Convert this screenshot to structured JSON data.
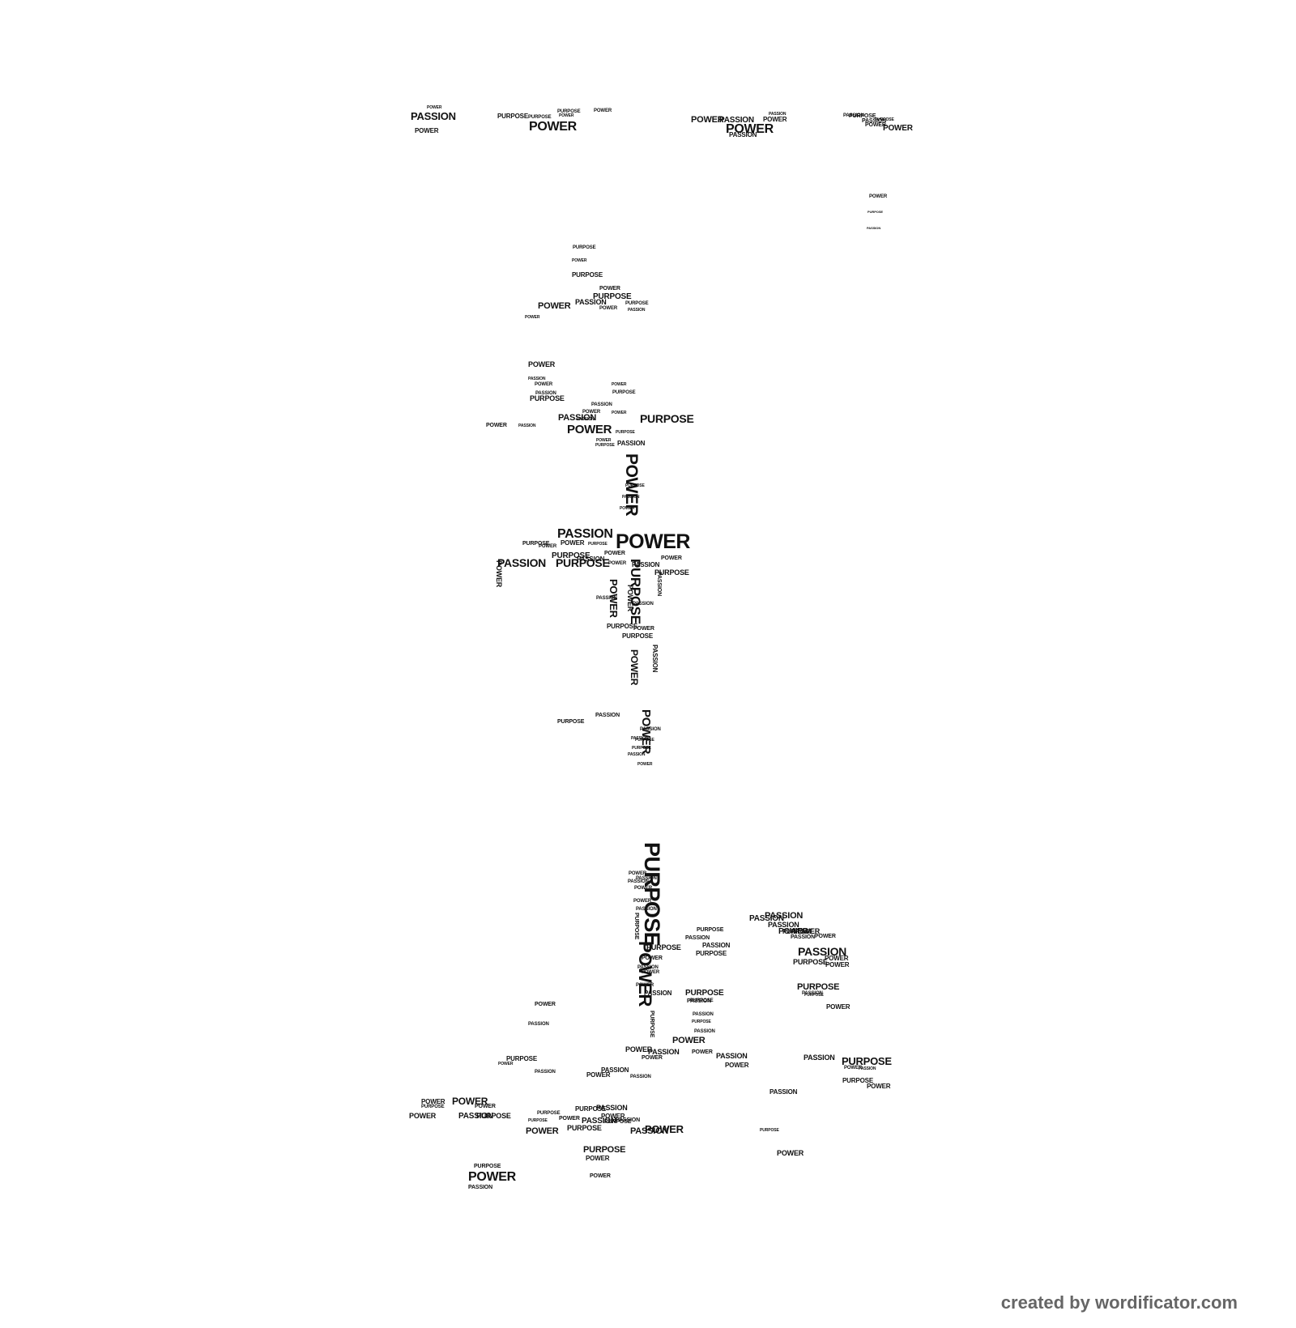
{
  "words": [
    "PASSION",
    "POWER",
    "POWER",
    "PURPOSE",
    "PURPOSE",
    "PURPOSE",
    "POWER",
    "POWER",
    "POWER",
    "POWER",
    "PASSION",
    "POWER",
    "PASSION",
    "POWER",
    "PASSION",
    "PASSION",
    "PURPOSE",
    "PASSION",
    "POWER",
    "PURPOSE",
    "POWER",
    "POWER",
    "PURPOSE",
    "PASSION",
    "PURPOSE",
    "POWER",
    "PURPOSE",
    "POWER",
    "PURPOSE",
    "POWER",
    "PASSION",
    "POWER",
    "POWER",
    "PURPOSE",
    "PASSION",
    "POWER",
    "PASSION",
    "POWER",
    "PASSION",
    "PURPOSE",
    "PURPOSE",
    "POWER",
    "PASSION",
    "POWER",
    "PASSION",
    "POWER",
    "PASSION",
    "PURPOSE",
    "POWER",
    "PASSION",
    "POWER",
    "PURPOSE",
    "PASSION",
    "PURPOSE",
    "POWER",
    "POWER",
    "PURPOSE",
    "PASSION",
    "POWER",
    "PASSION",
    "PURPOSE",
    "POWER",
    "POWER",
    "PURPOSE",
    "POWER",
    "PURPOSE",
    "POWER",
    "PASSION",
    "PASSION",
    "POWER",
    "PURPOSE",
    "POWER",
    "PASSION",
    "PURPOSE",
    "POWER",
    "PASSION",
    "PURPOSE",
    "PASSION",
    "POWER",
    "POWER",
    "PASSION",
    "PURPOSE",
    "POWER",
    "PURPOSE",
    "PASSION",
    "POWER",
    "PASSION",
    "PURPOSE",
    "POWER",
    "PASSION",
    "PURPOSE",
    "PURPOSE",
    "POWER",
    "PASSION",
    "PASSION",
    "PURPOSE",
    "POWER",
    "PASSION",
    "PASSION",
    "POWER",
    "POWER",
    "PURPOSE",
    "PASSION",
    "POWER",
    "PURPOSE",
    "PASSION",
    "PASSION",
    "PURPOSE",
    "PURPOSE",
    "POWER",
    "PASSION",
    "POWER",
    "POWER",
    "PASSION",
    "PURPOSE",
    "PURPOSE",
    "PASSION",
    "PURPOSE",
    "PASSION",
    "PASSION",
    "POWER",
    "PURPOSE",
    "PASSION",
    "POWER",
    "POWER",
    "POWER",
    "PASSION",
    "POWER",
    "PASSION",
    "POWER",
    "PASSION",
    "POWER",
    "PASSION",
    "PURPOSE",
    "POWER",
    "PASSION",
    "POWER",
    "PURPOSE",
    "POWER",
    "POWER",
    "PASSION",
    "POWER",
    "PURPOSE",
    "PURPOSE",
    "POWER",
    "PURPOSE",
    "POWER",
    "PURPOSE",
    "PASSION",
    "PURPOSE",
    "POWER",
    "PASSION",
    "PURPOSE",
    "PASSION",
    "PASSION",
    "POWER",
    "PURPOSE",
    "POWER",
    "PURPOSE",
    "POWER",
    "PASSION",
    "POWER",
    "PASSION",
    "PASSION",
    "PASSION",
    "POWER",
    "PURPOSE",
    "POWER",
    "PASSION",
    "POWER",
    "PASSION",
    "PURPOSE",
    "POWER",
    "POWER",
    "PURPOSE",
    "PASSION",
    "PURPOSE",
    "POWER",
    "PASSION",
    "PURPOSE",
    "POWER",
    "PASSION",
    "PURPOSE",
    "POWER",
    "PASSION",
    "PURPOSE",
    "POWER"
  ],
  "credit": "created by wordificator.com",
  "colors": {
    "ink": "#111111",
    "credit": "#666666",
    "background": "#ffffff"
  }
}
